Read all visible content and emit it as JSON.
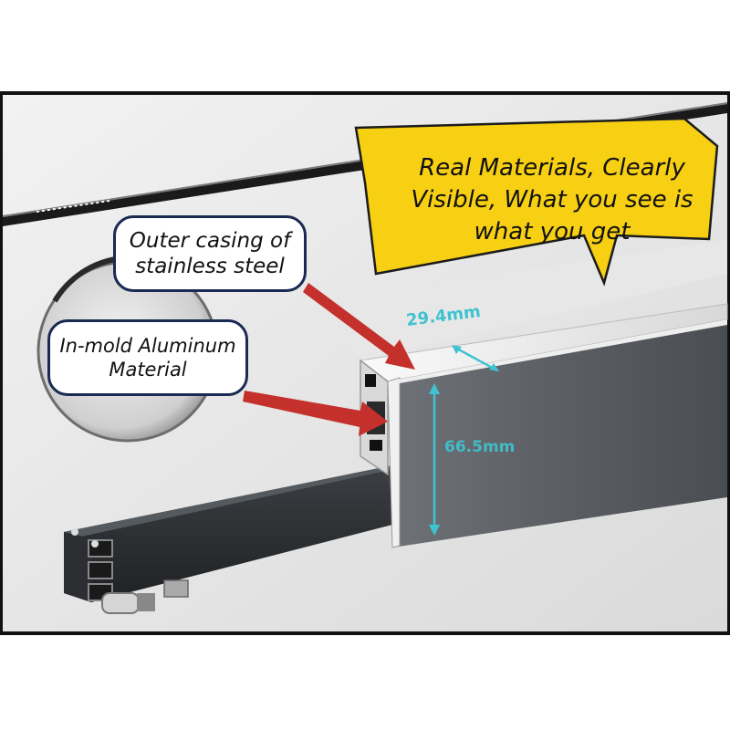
{
  "image": {
    "callouts": {
      "outer_casing": "Outer casing of\nstainless steel",
      "inner_material": "In-mold Aluminum\nMaterial",
      "headline": "Real Materials, Clearly\nVisible, What you see is\nwhat you get"
    },
    "dimensions": {
      "width": "29.4mm",
      "height": "66.5mm"
    },
    "colors": {
      "callout_yellow": "#f7cf13",
      "arrow_red": "#c4302b",
      "dimension_cyan": "#3fc3d0",
      "bubble_border": "#1a2a52",
      "frame_black": "#111111"
    }
  }
}
